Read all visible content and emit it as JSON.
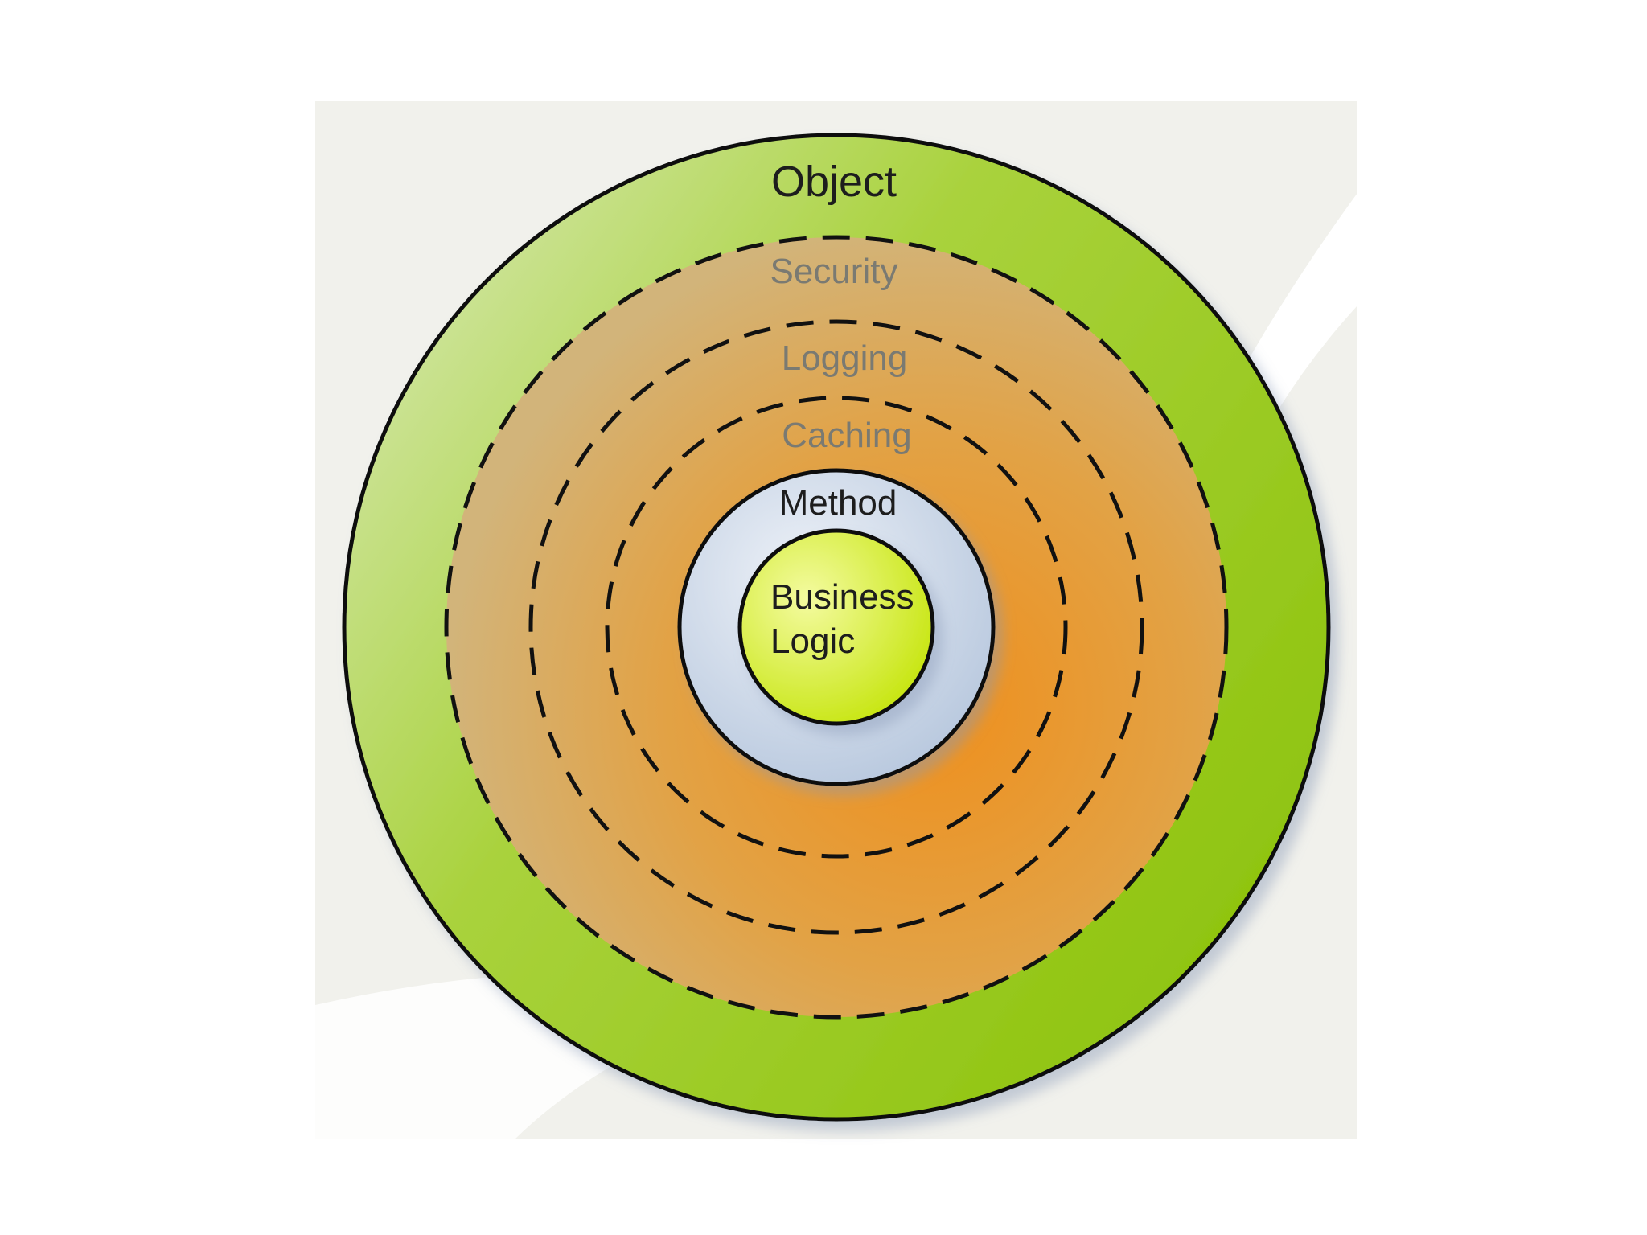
{
  "diagram": {
    "layers": [
      {
        "id": "object",
        "label": "Object",
        "label_color": "#1d1d1d",
        "border": "solid"
      },
      {
        "id": "security",
        "label": "Security",
        "label_color": "#7a7a72",
        "border": "dashed"
      },
      {
        "id": "logging",
        "label": "Logging",
        "label_color": "#7a7a72",
        "border": "dashed"
      },
      {
        "id": "caching",
        "label": "Caching",
        "label_color": "#7a7a72",
        "border": "dashed"
      },
      {
        "id": "method",
        "label": "Method",
        "label_color": "#1d1d1d",
        "border": "solid"
      },
      {
        "id": "business-logic",
        "label_line1": "Business",
        "label_line2": "Logic",
        "label_color": "#1d1d1d",
        "border": "solid"
      }
    ],
    "colors": {
      "object_fill": "#96c81e",
      "aspect_fill": "#e49a30",
      "method_fill": "#c4d2e4",
      "core_fill": "#d6ee2a",
      "backdrop": "#f1f1ec"
    }
  }
}
